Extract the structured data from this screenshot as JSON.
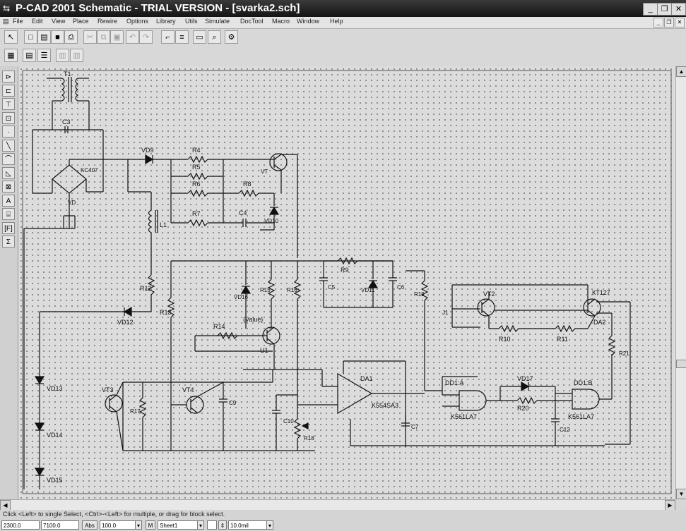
{
  "window": {
    "title": "P-CAD 2001 Schematic - TRIAL VERSION  - [svarka2.sch]",
    "minimize": "_",
    "restore": "❐",
    "close": "✕"
  },
  "menu": {
    "items": [
      "File",
      "Edit",
      "View",
      "Place",
      "Rewire",
      "Options",
      "Library",
      "Utils",
      "Simulate",
      "DocTool",
      "Macro",
      "Window",
      "Help"
    ],
    "mdi": {
      "minimize": "_",
      "restore": "❐",
      "close": "✕"
    }
  },
  "toolbar1": {
    "buttons": [
      {
        "icon": "select-arrow-icon",
        "glyph": "↖",
        "enabled": true
      },
      {
        "icon": "new-file-icon",
        "glyph": "□",
        "enabled": true
      },
      {
        "icon": "open-folder-icon",
        "glyph": "▤",
        "enabled": true
      },
      {
        "icon": "save-icon",
        "glyph": "■",
        "enabled": true
      },
      {
        "icon": "print-icon",
        "glyph": "⎙",
        "enabled": true
      },
      {
        "icon": "cut-icon",
        "glyph": "✂",
        "enabled": false
      },
      {
        "icon": "copy-icon",
        "glyph": "⧉",
        "enabled": false
      },
      {
        "icon": "paste-icon",
        "glyph": "▣",
        "enabled": false
      },
      {
        "icon": "undo-icon",
        "glyph": "↶",
        "enabled": false
      },
      {
        "icon": "redo-icon",
        "glyph": "↷",
        "enabled": false
      },
      {
        "icon": "wire-icon",
        "glyph": "⌐",
        "enabled": true
      },
      {
        "icon": "netlist-icon",
        "glyph": "≡",
        "enabled": true
      },
      {
        "icon": "part-icon",
        "glyph": "▭",
        "enabled": true
      },
      {
        "icon": "zoom-icon",
        "glyph": "⌕",
        "enabled": true
      },
      {
        "icon": "options-icon",
        "glyph": "⚙",
        "enabled": true
      }
    ]
  },
  "toolbar2": {
    "buttons": [
      {
        "icon": "grid-table-icon",
        "glyph": "▦",
        "enabled": true
      },
      {
        "icon": "document-icon",
        "glyph": "▤",
        "enabled": true
      },
      {
        "icon": "list-icon",
        "glyph": "☰",
        "enabled": true
      },
      {
        "icon": "sheet-disabled-icon",
        "glyph": "▥",
        "enabled": false
      },
      {
        "icon": "sheet2-disabled-icon",
        "glyph": "▥",
        "enabled": false
      }
    ]
  },
  "placement_tools": [
    {
      "icon": "place-part-icon",
      "glyph": "⊳"
    },
    {
      "icon": "place-port-icon",
      "glyph": "⊏"
    },
    {
      "icon": "place-power-icon",
      "glyph": "⊤"
    },
    {
      "icon": "place-block-icon",
      "glyph": "⊡"
    },
    {
      "icon": "place-point-icon",
      "glyph": "·"
    },
    {
      "icon": "place-line-icon",
      "glyph": "╲"
    },
    {
      "icon": "place-arc-icon",
      "glyph": "⌒"
    },
    {
      "icon": "place-polygon-icon",
      "glyph": "◺"
    },
    {
      "icon": "place-field-icon",
      "glyph": "⊠"
    },
    {
      "icon": "place-text-icon",
      "glyph": "A"
    },
    {
      "icon": "place-attribute-icon",
      "glyph": "⌸"
    },
    {
      "icon": "place-ieee-icon",
      "glyph": "[F]"
    },
    {
      "icon": "place-sum-icon",
      "glyph": "Σ"
    }
  ],
  "schematic": {
    "labels": {
      "T1": "T1",
      "C3": "C3",
      "VD9": "VD9",
      "R4": "R4",
      "R5": "R5",
      "R6": "R6",
      "R7": "R7",
      "R8": "R8",
      "C4": "C4",
      "VT": "VT",
      "VD10": "VD10",
      "KC407": "KC407",
      "VD": "VD",
      "L1": "L1",
      "R9": "R9",
      "VD11": "VD11",
      "C5": "C5",
      "C6": "C6",
      "R12": "R12",
      "VD16": "VD16",
      "R15": "R15",
      "R16": "R16",
      "R19": "R19",
      "VT2": "VT2",
      "KT127": "КТ127",
      "J1": "J1",
      "VD12": "VD12",
      "R13": "R13",
      "R14": "R14",
      "value": "{Value}",
      "U1": "U1",
      "R10": "R10",
      "R11": "R11",
      "DA2": "DA2",
      "R21": "R21",
      "DA1": "DA1",
      "K554SA3": "K554SA3",
      "DD1A": "DD1:A",
      "DD1B": "DD1:B",
      "VD17": "VD17",
      "VD13": "VD13",
      "VT3": "VT3",
      "R17": "R17",
      "VT4": "VT4",
      "C9": "C9",
      "C10": "C10",
      "R18": "R18",
      "C7": "C7",
      "K561LA7a": "K561LA7",
      "R20": "R20",
      "C12": "C12",
      "K561LA7b": "K561LA7",
      "VD14": "VD14",
      "VD15": "VD15"
    }
  },
  "status": {
    "hint": "Click <Left> to single Select, <Ctrl>-<Left> for multiple, or drag for block select.",
    "x": "2300.0",
    "y": "7100.0",
    "abs": "Abs",
    "zoom": "100.0",
    "m": "M",
    "sheet": "Sheet1",
    "grid": "10.0mil"
  }
}
